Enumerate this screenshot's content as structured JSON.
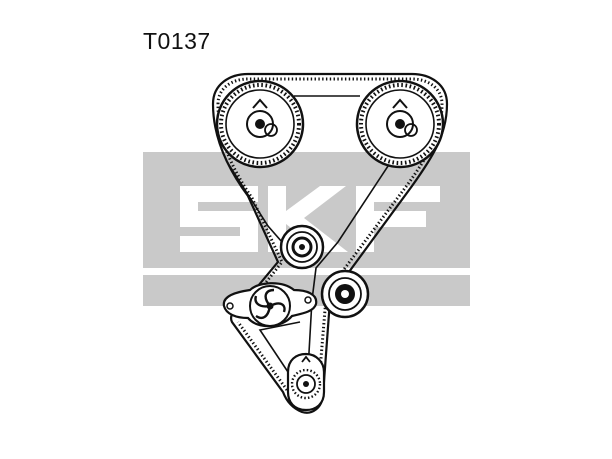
{
  "header": {
    "part_number": "T0137"
  },
  "watermark": {
    "text": "SKF",
    "band_color": "#c9c9c9",
    "letter_color": "#ffffff"
  },
  "diagram": {
    "belt_color": "#111111",
    "components": [
      {
        "name": "camshaft-pulley-left",
        "icon": "toothed-sprocket"
      },
      {
        "name": "camshaft-pulley-right",
        "icon": "toothed-sprocket"
      },
      {
        "name": "tensioner-pulley",
        "icon": "idler-roller"
      },
      {
        "name": "idler-pulley",
        "icon": "idler-roller"
      },
      {
        "name": "water-pump",
        "icon": "pump-impeller"
      },
      {
        "name": "crankshaft-pulley",
        "icon": "toothed-sprocket"
      }
    ]
  }
}
